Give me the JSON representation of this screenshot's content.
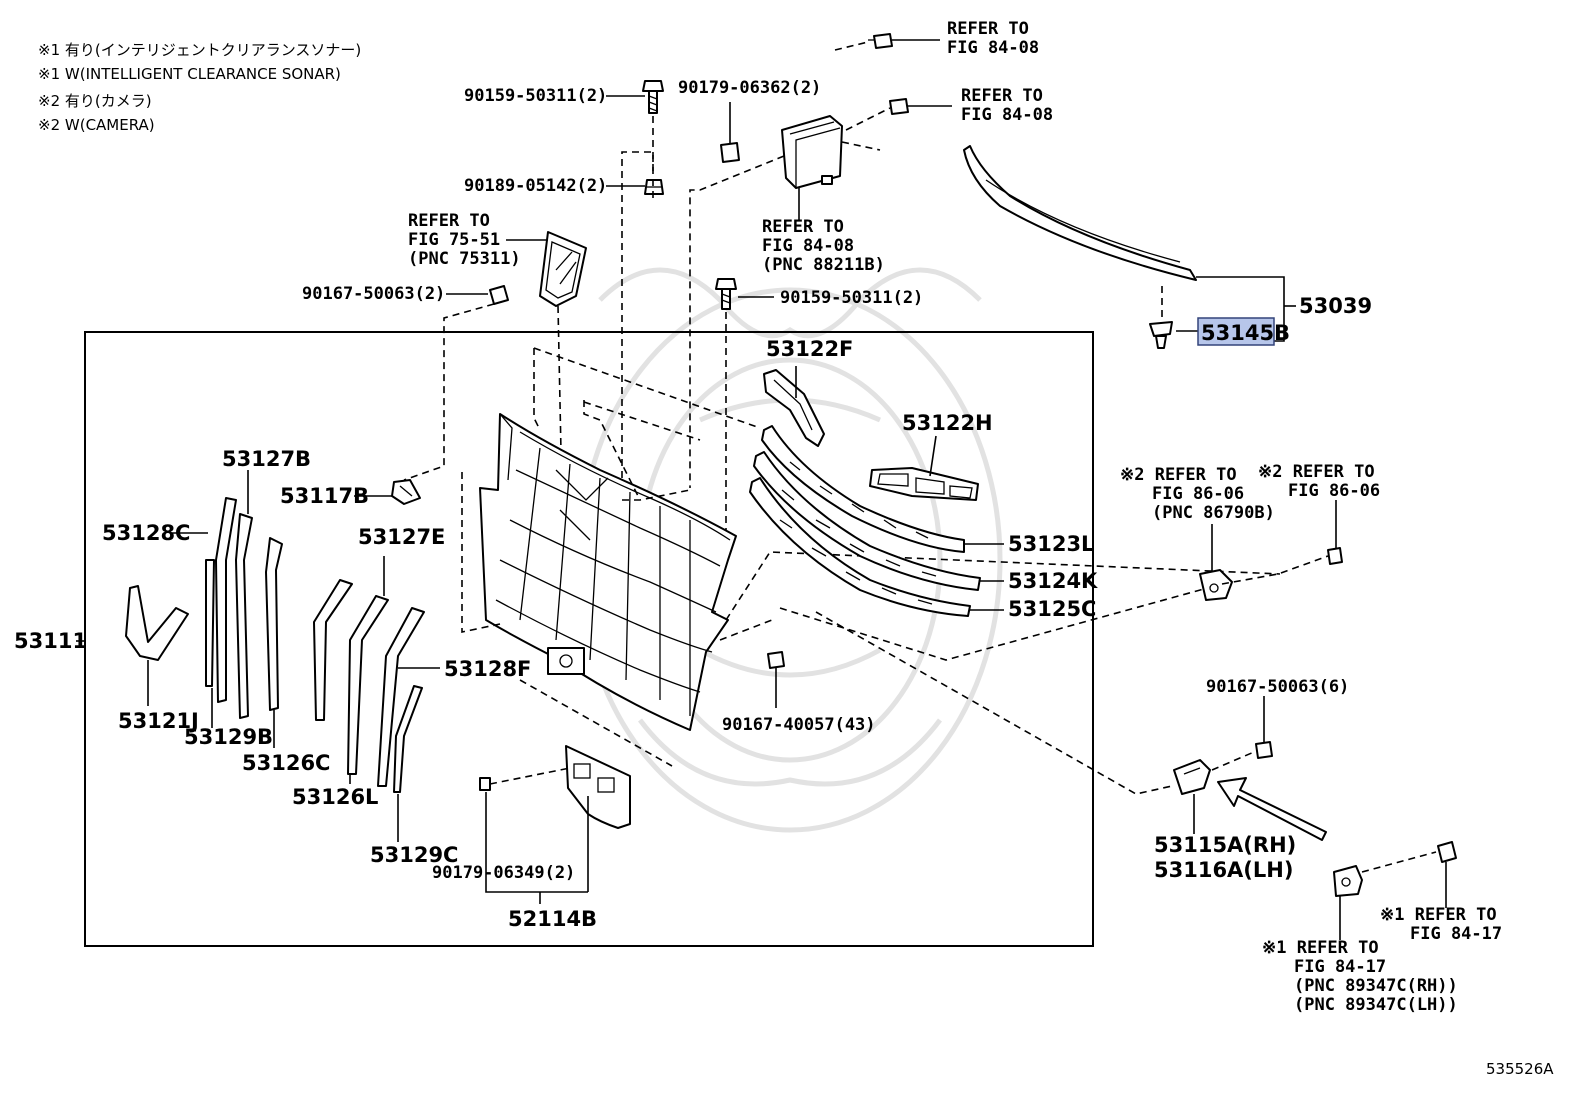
{
  "notes": {
    "line1": "※1 有り(インテリジェントクリアランスソナー)",
    "line2": "※1 W(INTELLIGENT CLEARANCE SONAR)",
    "line3": "※2 有り(カメラ)",
    "line4": "※2 W(CAMERA)"
  },
  "refs": {
    "top1": [
      "REFER TO",
      "FIG 84-08"
    ],
    "top2": [
      "REFER TO",
      "FIG 84-08"
    ],
    "radar": [
      "REFER TO",
      "FIG 84-08",
      "(PNC 88211B)"
    ],
    "emblem": [
      "REFER TO",
      "FIG 75-51",
      "(PNC 75311)"
    ],
    "cam1": [
      "※2 REFER TO",
      "FIG 86-06",
      "(PNC 86790B)"
    ],
    "cam2": [
      "※2 REFER TO",
      "FIG 86-06"
    ],
    "sonar1": [
      "※1 REFER TO",
      "FIG 84-17"
    ],
    "sonar2": [
      "※1 REFER TO",
      "FIG 84-17",
      "(PNC 89347C(RH))",
      "(PNC 89347C(LH))"
    ]
  },
  "parts": {
    "p90159a": "90159-50311(2)",
    "p90179a": "90179-06362(2)",
    "p90189": "90189-05142(2)",
    "p90167a": "90167-50063(2)",
    "p90159b": "90159-50311(2)",
    "p53039": "53039",
    "p53145B": "53145B",
    "p53122F": "53122F",
    "p53122H": "53122H",
    "p53127B": "53127B",
    "p53117B": "53117B",
    "p53128C": "53128C",
    "p53127E": "53127E",
    "p53123L": "53123L",
    "p53124K": "53124K",
    "p53125C": "53125C",
    "p53111": "53111",
    "p53128F": "53128F",
    "p53121J": "53121J",
    "p53129B": "53129B",
    "p53126C": "53126C",
    "p53126L": "53126L",
    "p53129C": "53129C",
    "p90167b": "90167-40057(43)",
    "p90167c": "90167-50063(6)",
    "p53115A": "53115A(RH)",
    "p53116A": "53116A(LH)",
    "p90179b": "90179-06349(2)",
    "p52114B": "52114B"
  },
  "highlight_color": "#b7c6ea",
  "diagram_id": "535526A"
}
